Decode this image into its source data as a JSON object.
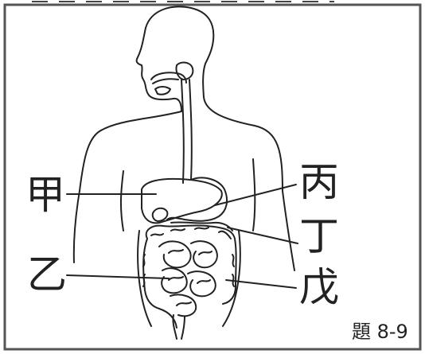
{
  "labels": {
    "jia": "甲",
    "yi": "乙",
    "bing": "丙",
    "ding": "丁",
    "wu": "戊"
  },
  "caption": "題 8-9",
  "colors": {
    "stroke": "#222222",
    "border": "#555555",
    "background": "#ffffff"
  }
}
